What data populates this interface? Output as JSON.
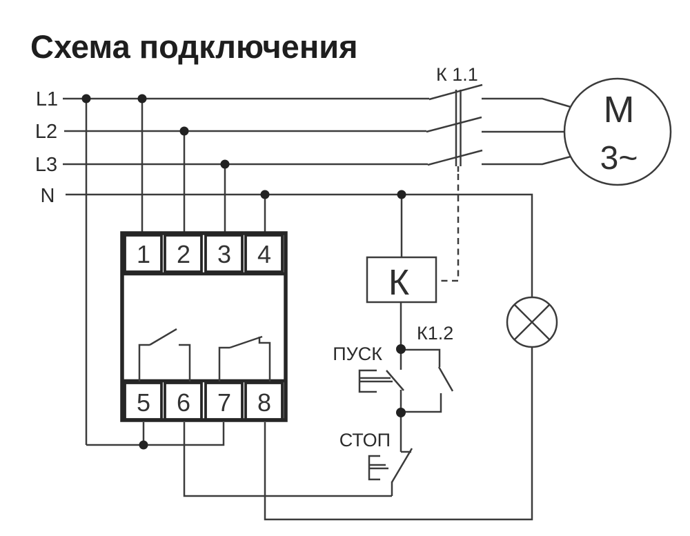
{
  "title": "Схема подключения",
  "colors": {
    "line": "#3b3b3b",
    "device_border": "#262626",
    "text": "#2b2b2b",
    "junction_dot": "#222222",
    "background": "#ffffff"
  },
  "power": {
    "l1": "L1",
    "l2": "L2",
    "l3": "L3",
    "n": "N"
  },
  "relay": {
    "terminals_top": [
      "1",
      "2",
      "3",
      "4"
    ],
    "terminals_bottom": [
      "5",
      "6",
      "7",
      "8"
    ]
  },
  "contactor": {
    "coil": "К",
    "main_contact": "К 1.1",
    "aux_contact": "К1.2"
  },
  "buttons": {
    "start": "ПУСК",
    "stop": "СТОП"
  },
  "motor": {
    "letter": "М",
    "phase": "3~"
  },
  "icons": {
    "lamp": "lamp-indicator-icon",
    "motor": "motor-3phase-icon"
  }
}
